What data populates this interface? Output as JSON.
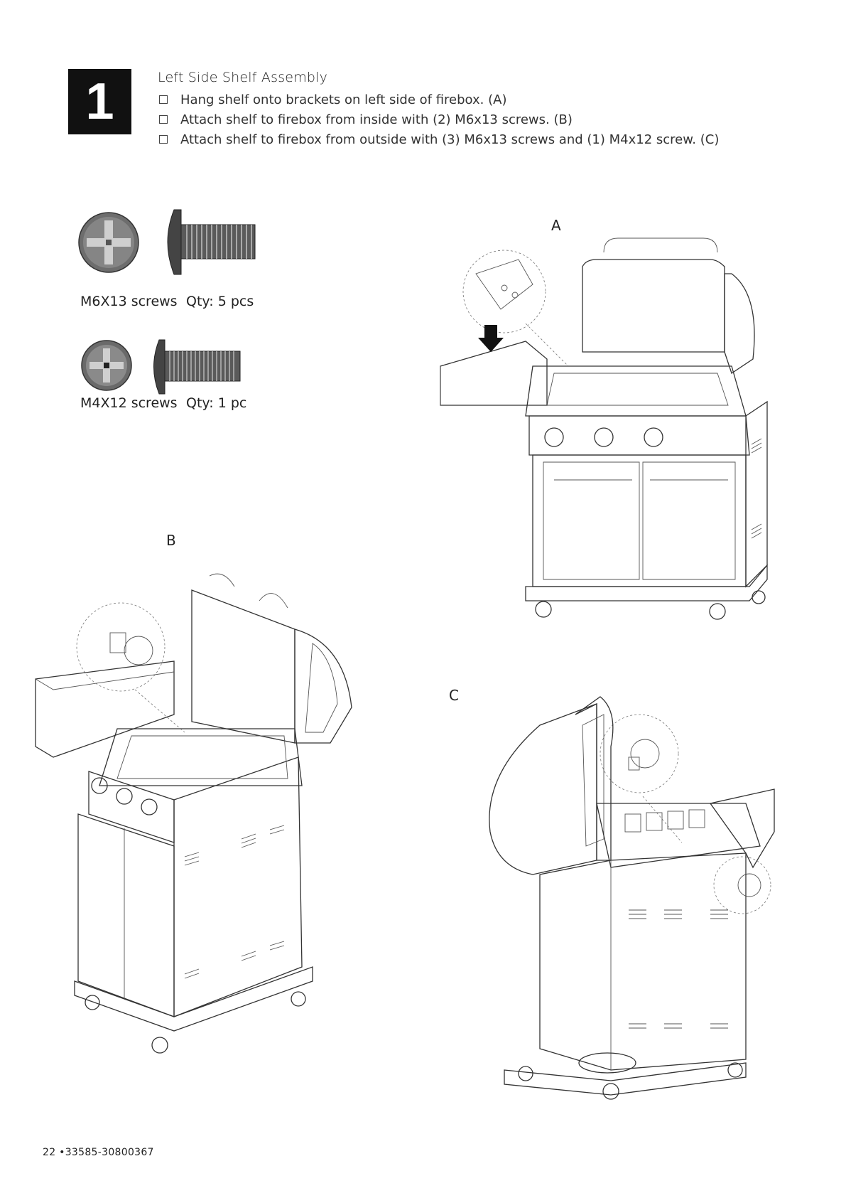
{
  "step": {
    "number": "1",
    "title": "Left Side Shelf Assembly",
    "instructions": [
      "Hang shelf onto brackets on left side of firebox. (A)",
      "Attach shelf to firebox from inside with (2) M6x13 screws. (B)",
      "Attach shelf to firebox from outside with (3) M6x13 screws and (1) M4x12 screw. (C)"
    ]
  },
  "hardware": [
    {
      "name": "M6X13 screws",
      "qty": "Qty: 5 pcs",
      "icon": "phillips-screw-icon"
    },
    {
      "name": "M4X12 screws",
      "qty": "Qty: 1 pc",
      "icon": "phillips-screw-icon"
    }
  ],
  "figures": {
    "a": "A",
    "b": "B",
    "c": "C"
  },
  "footer": "22 •33585-30800367"
}
